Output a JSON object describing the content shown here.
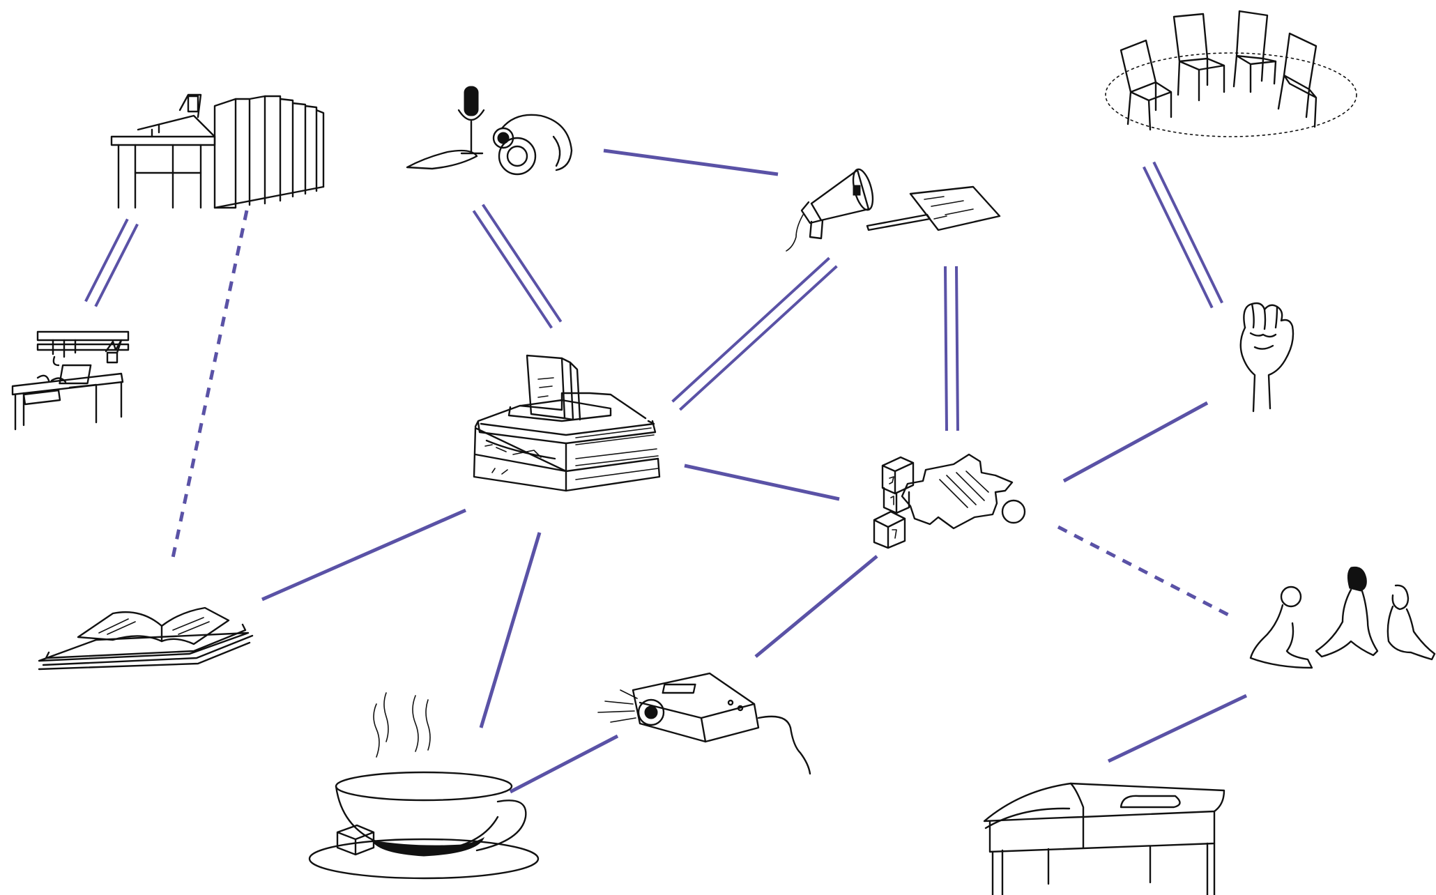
{
  "diagram": {
    "line_color": "#5a52a6",
    "nodes": [
      {
        "id": "printing-press",
        "icon": "printing-press-icon"
      },
      {
        "id": "microphone-headphones",
        "icon": "microphone-headphones-icon"
      },
      {
        "id": "megaphone-paper",
        "icon": "megaphone-icon"
      },
      {
        "id": "chairs-circle",
        "icon": "chairs-circle-icon"
      },
      {
        "id": "workbench",
        "icon": "workbench-icon"
      },
      {
        "id": "book-stack",
        "icon": "book-stack-icon"
      },
      {
        "id": "toys-puzzle",
        "icon": "puzzle-toys-icon"
      },
      {
        "id": "raised-fist",
        "icon": "raised-fist-icon"
      },
      {
        "id": "open-book-papers",
        "icon": "open-book-icon"
      },
      {
        "id": "people-sitting",
        "icon": "people-sitting-icon"
      },
      {
        "id": "projector",
        "icon": "projector-icon"
      },
      {
        "id": "coffee-cup",
        "icon": "coffee-cup-icon"
      },
      {
        "id": "daybed",
        "icon": "daybed-icon"
      }
    ],
    "links": [
      {
        "from": "printing-press",
        "to": "workbench",
        "style": "double"
      },
      {
        "from": "printing-press",
        "to": "open-book-papers",
        "style": "dashed"
      },
      {
        "from": "microphone-headphones",
        "to": "megaphone-paper",
        "style": "single"
      },
      {
        "from": "microphone-headphones",
        "to": "book-stack",
        "style": "double"
      },
      {
        "from": "megaphone-paper",
        "to": "book-stack",
        "style": "double"
      },
      {
        "from": "megaphone-paper",
        "to": "toys-puzzle",
        "style": "double"
      },
      {
        "from": "chairs-circle",
        "to": "raised-fist",
        "style": "double"
      },
      {
        "from": "book-stack",
        "to": "toys-puzzle",
        "style": "single"
      },
      {
        "from": "book-stack",
        "to": "open-book-papers",
        "style": "single"
      },
      {
        "from": "book-stack",
        "to": "coffee-cup",
        "style": "single"
      },
      {
        "from": "toys-puzzle",
        "to": "raised-fist",
        "style": "single"
      },
      {
        "from": "toys-puzzle",
        "to": "people-sitting",
        "style": "dashed"
      },
      {
        "from": "toys-puzzle",
        "to": "projector",
        "style": "single"
      },
      {
        "from": "projector",
        "to": "coffee-cup",
        "style": "single"
      },
      {
        "from": "people-sitting",
        "to": "daybed",
        "style": "single"
      }
    ]
  }
}
